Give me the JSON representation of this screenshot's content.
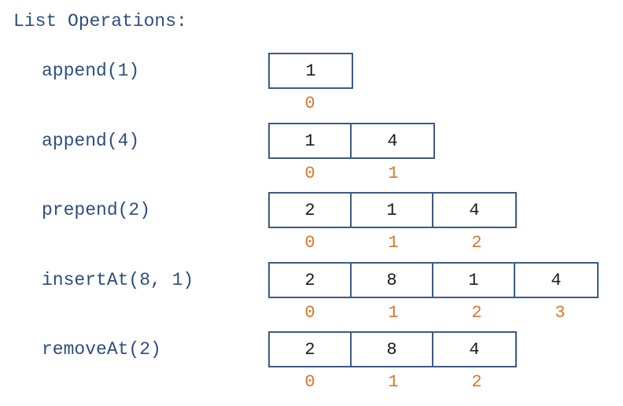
{
  "title": "List Operations:",
  "operations": [
    {
      "label": "append(1)",
      "cells": [
        "1"
      ],
      "indices": [
        "0"
      ]
    },
    {
      "label": "append(4)",
      "cells": [
        "1",
        "4"
      ],
      "indices": [
        "0",
        "1"
      ]
    },
    {
      "label": "prepend(2)",
      "cells": [
        "2",
        "1",
        "4"
      ],
      "indices": [
        "0",
        "1",
        "2"
      ]
    },
    {
      "label": "insertAt(8, 1)",
      "cells": [
        "2",
        "8",
        "1",
        "4"
      ],
      "indices": [
        "0",
        "1",
        "2",
        "3"
      ]
    },
    {
      "label": "removeAt(2)",
      "cells": [
        "2",
        "8",
        "4"
      ],
      "indices": [
        "0",
        "1",
        "2"
      ]
    }
  ],
  "colors": {
    "label": "#2e4e7e",
    "box_border": "#3b5b86",
    "index": "#d9772e",
    "value": "#1a1a1a"
  }
}
